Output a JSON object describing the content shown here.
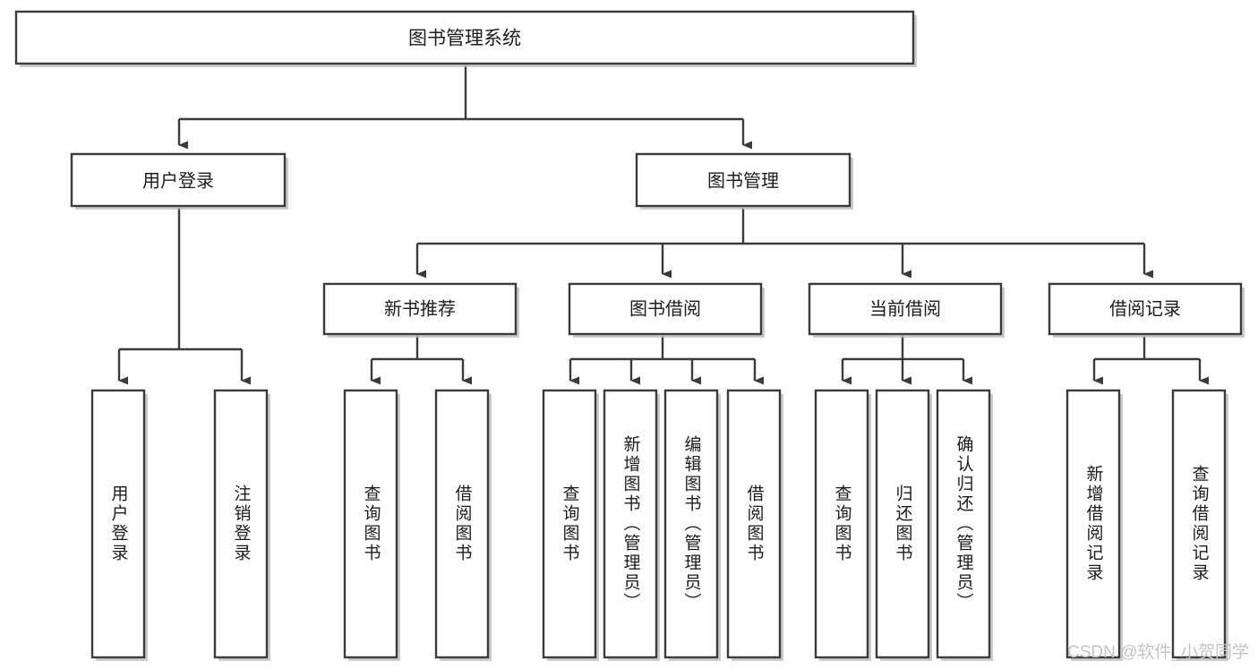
{
  "diagram": {
    "title": "图书管理系统",
    "type": "functional-structure-tree",
    "watermark": "CSDN @软件_小贺同学",
    "colors": {
      "border": "#3b3b3b",
      "fill": "#ffffff",
      "text": "#1c1c1c",
      "shadow": "#b9b9b9",
      "watermark": "#c4c4c4",
      "background": "#ffffff"
    },
    "root": {
      "label": "图书管理系统"
    },
    "level2": [
      {
        "label": "用户登录"
      },
      {
        "label": "图书管理"
      }
    ],
    "level3": [
      {
        "label": "新书推荐"
      },
      {
        "label": "图书借阅"
      },
      {
        "label": "当前借阅"
      },
      {
        "label": "借阅记录"
      }
    ],
    "leaves": {
      "user_login": [
        {
          "label": "用户登录"
        },
        {
          "label": "注销登录"
        }
      ],
      "new_book": [
        {
          "label": "查询图书"
        },
        {
          "label": "借阅图书"
        }
      ],
      "book_borrow": [
        {
          "label": "查询图书"
        },
        {
          "label": "新增图书（管理员）"
        },
        {
          "label": "编辑图书（管理员）"
        },
        {
          "label": "借阅图书"
        }
      ],
      "current_borrow": [
        {
          "label": "查询图书"
        },
        {
          "label": "归还图书"
        },
        {
          "label": "确认归还（管理员）"
        }
      ],
      "borrow_record": [
        {
          "label": "新增借阅记录"
        },
        {
          "label": "查询借阅记录"
        }
      ]
    }
  }
}
